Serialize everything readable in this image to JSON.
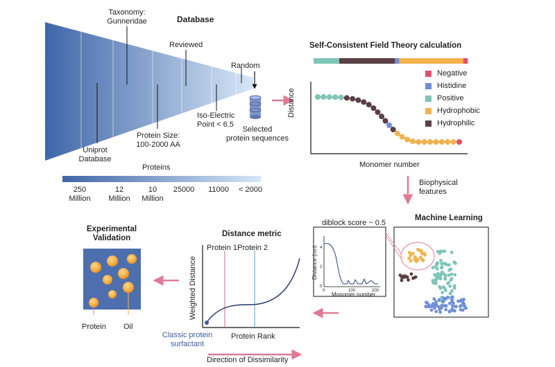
{
  "database": {
    "title": "Database",
    "stages": [
      {
        "label": "Uniprot\nDatabase",
        "count": "250\nMillion"
      },
      {
        "label": "Taxonomy:\nGunneridae",
        "count": "12\nMillion"
      },
      {
        "label": "Protein Size:\n100-2000 AA",
        "count": "10\nMillion"
      },
      {
        "label": "Reviewed",
        "count": "25000"
      },
      {
        "label": "Iso-Electric\nPoint < 6.5",
        "count": "11000"
      },
      {
        "label": "Random",
        "count": "< 2000"
      }
    ],
    "proteins_label": "Proteins",
    "selected_label": "Selected\nprotein sequences"
  },
  "scft": {
    "title": "Self-Consistent Field Theory calculation",
    "ylabel": "Distance",
    "xlabel": "Monomer number",
    "legend": [
      {
        "name": "Negative",
        "color": "#e0506e"
      },
      {
        "name": "Histidine",
        "color": "#6f8fd6"
      },
      {
        "name": "Positive",
        "color": "#7fc4b8"
      },
      {
        "name": "Hydrophobic",
        "color": "#f2b24d"
      },
      {
        "name": "Hydrophilic",
        "color": "#5a3f46"
      }
    ],
    "sequence_bar": [
      "P",
      "P",
      "P",
      "P",
      "P",
      "P",
      "W",
      "W",
      "W",
      "W",
      "W",
      "W",
      "W",
      "W",
      "W",
      "W",
      "W",
      "W",
      "W",
      "H",
      "O",
      "O",
      "O",
      "O",
      "O",
      "O",
      "O",
      "O",
      "O",
      "O",
      "O",
      "O",
      "O",
      "O",
      "O",
      "N"
    ],
    "chain": [
      "P",
      "P",
      "P",
      "P",
      "P",
      "W",
      "W",
      "W",
      "W",
      "W",
      "W",
      "W",
      "W",
      "W",
      "H",
      "W",
      "O",
      "O",
      "O",
      "O",
      "O",
      "O",
      "O",
      "O",
      "O",
      "O",
      "O",
      "N"
    ]
  },
  "arrows": {
    "biophysical": "Biophysical\nfeatures"
  },
  "ml": {
    "title": "Machine Learning",
    "score": "diblock score ~ 0.5",
    "ylabel": "Distance (nm)",
    "xlabel": "Monomer number",
    "yticks": [
      "0",
      "2",
      "4"
    ],
    "xticks": [
      "0",
      "100",
      "200"
    ]
  },
  "metric": {
    "title": "Distance metric",
    "protein1": "Protein 1",
    "protein2": "Protein 2",
    "ylabel": "Weighted Distance",
    "xlabel": "Protein Rank",
    "classic": "Classic protein\nsurfactant",
    "direction": "Direction of Dissimilarity",
    "protein1_color": "#c96b84",
    "protein2_color": "#5b9ec9"
  },
  "validation": {
    "title": "Experimental\nValidation",
    "protein_label": "Protein",
    "oil_label": "Oil"
  },
  "colors": {
    "arrow": "#e07a95",
    "funnel_dark": "#3f66a8",
    "funnel_light": "#cfe0f5"
  }
}
